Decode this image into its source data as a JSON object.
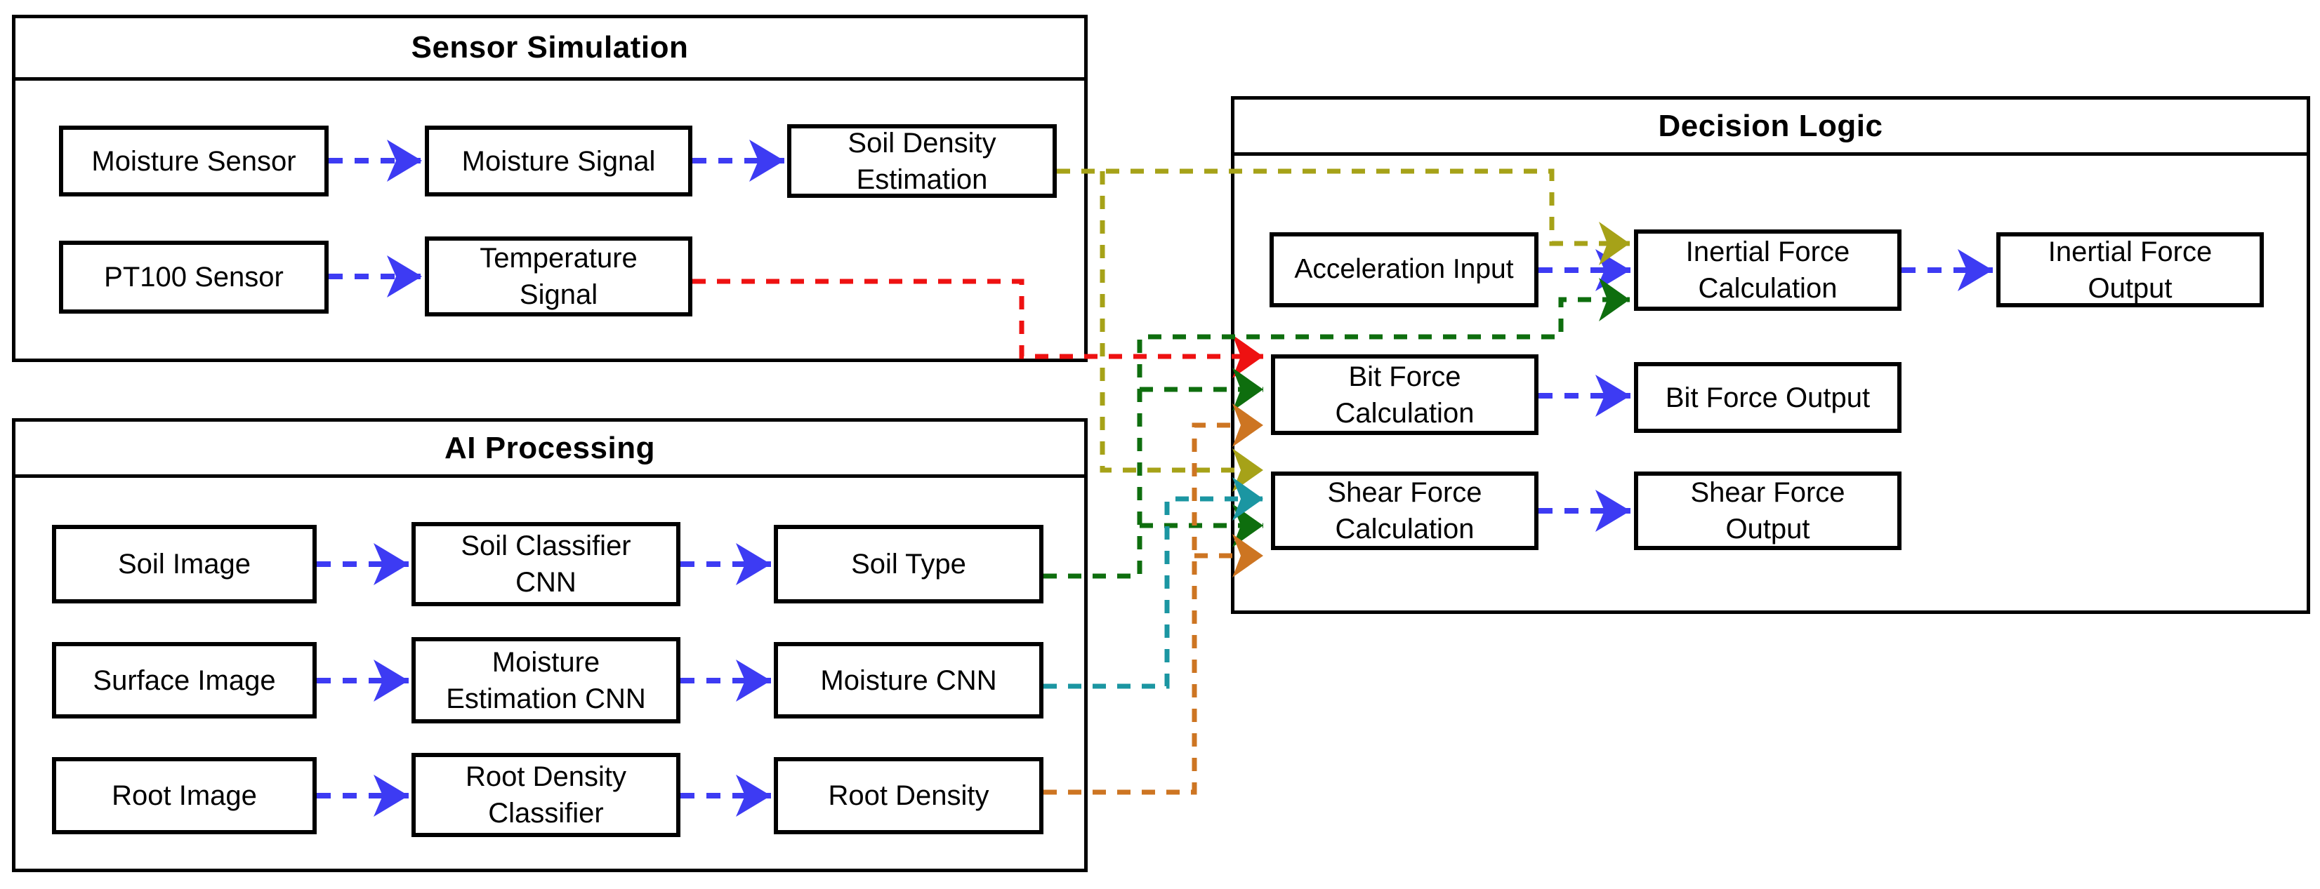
{
  "diagram_title": "Sensor / AI / Decision force-calculation flow diagram",
  "colors": {
    "blue": "#3d3bf3",
    "red": "#ee1111",
    "olive": "#a6a218",
    "green": "#0e6e0e",
    "teal": "#1b96a2",
    "orange": "#cd7522",
    "border": "#000000",
    "background": "#ffffff"
  },
  "containers": {
    "sensor_simulation": {
      "title": "Sensor Simulation"
    },
    "ai_processing": {
      "title": "AI Processing"
    },
    "decision_logic": {
      "title": "Decision Logic"
    }
  },
  "nodes": {
    "moisture_sensor": {
      "label": "Moisture Sensor"
    },
    "moisture_signal": {
      "label": "Moisture Signal"
    },
    "soil_density_estimation": {
      "label": "Soil Density\nEstimation"
    },
    "pt100_sensor": {
      "label": "PT100 Sensor"
    },
    "temperature_signal": {
      "label": "Temperature\nSignal"
    },
    "soil_image": {
      "label": "Soil Image"
    },
    "soil_classifier_cnn": {
      "label": "Soil Classifier\nCNN"
    },
    "soil_type": {
      "label": "Soil Type"
    },
    "surface_image": {
      "label": "Surface Image"
    },
    "moisture_estimation_cnn": {
      "label": "Moisture\nEstimation CNN"
    },
    "moisture_cnn": {
      "label": "Moisture CNN"
    },
    "root_image": {
      "label": "Root Image"
    },
    "root_density_classifier": {
      "label": "Root Density\nClassifier"
    },
    "root_density": {
      "label": "Root Density"
    },
    "acceleration_input": {
      "label": "Acceleration Input"
    },
    "inertial_force_calculation": {
      "label": "Inertial Force\nCalculation"
    },
    "inertial_force_output": {
      "label": "Inertial Force\nOutput"
    },
    "bit_force_calculation": {
      "label": "Bit Force\nCalculation"
    },
    "bit_force_output": {
      "label": "Bit Force Output"
    },
    "shear_force_calculation": {
      "label": "Shear Force\nCalculation"
    },
    "shear_force_output": {
      "label": "Shear Force\nOutput"
    }
  },
  "connections": [
    {
      "from": "Moisture Sensor",
      "to": "Moisture Signal",
      "color": "blue",
      "style": "dashed"
    },
    {
      "from": "Moisture Signal",
      "to": "Soil Density Estimation",
      "color": "blue",
      "style": "dashed"
    },
    {
      "from": "PT100 Sensor",
      "to": "Temperature Signal",
      "color": "blue",
      "style": "dashed"
    },
    {
      "from": "Soil Image",
      "to": "Soil Classifier CNN",
      "color": "blue",
      "style": "dashed"
    },
    {
      "from": "Soil Classifier CNN",
      "to": "Soil Type",
      "color": "blue",
      "style": "dashed"
    },
    {
      "from": "Surface Image",
      "to": "Moisture Estimation CNN",
      "color": "blue",
      "style": "dashed"
    },
    {
      "from": "Moisture Estimation CNN",
      "to": "Moisture CNN",
      "color": "blue",
      "style": "dashed"
    },
    {
      "from": "Root Image",
      "to": "Root Density Classifier",
      "color": "blue",
      "style": "dashed"
    },
    {
      "from": "Root Density Classifier",
      "to": "Root Density",
      "color": "blue",
      "style": "dashed"
    },
    {
      "from": "Acceleration Input",
      "to": "Inertial Force Calculation",
      "color": "blue",
      "style": "dashed"
    },
    {
      "from": "Inertial Force Calculation",
      "to": "Inertial Force Output",
      "color": "blue",
      "style": "dashed"
    },
    {
      "from": "Bit Force Calculation",
      "to": "Bit Force Output",
      "color": "blue",
      "style": "dashed"
    },
    {
      "from": "Shear Force Calculation",
      "to": "Shear Force Output",
      "color": "blue",
      "style": "dashed"
    },
    {
      "from": "Soil Density Estimation",
      "to": "Inertial Force Calculation",
      "color": "olive",
      "style": "dashed"
    },
    {
      "from": "Soil Density Estimation",
      "to": "Shear Force Calculation",
      "color": "olive",
      "style": "dashed"
    },
    {
      "from": "Temperature Signal",
      "to": "Bit Force Calculation",
      "color": "red",
      "style": "dashed"
    },
    {
      "from": "Soil Type",
      "to": "Inertial Force Calculation",
      "color": "green",
      "style": "dashed"
    },
    {
      "from": "Soil Type",
      "to": "Bit Force Calculation",
      "color": "green",
      "style": "dashed"
    },
    {
      "from": "Soil Type",
      "to": "Shear Force Calculation",
      "color": "green",
      "style": "dashed"
    },
    {
      "from": "Moisture CNN",
      "to": "Shear Force Calculation",
      "color": "teal",
      "style": "dashed"
    },
    {
      "from": "Root Density",
      "to": "Bit Force Calculation",
      "color": "orange",
      "style": "dashed"
    },
    {
      "from": "Root Density",
      "to": "Shear Force Calculation",
      "color": "orange",
      "style": "dashed"
    }
  ]
}
